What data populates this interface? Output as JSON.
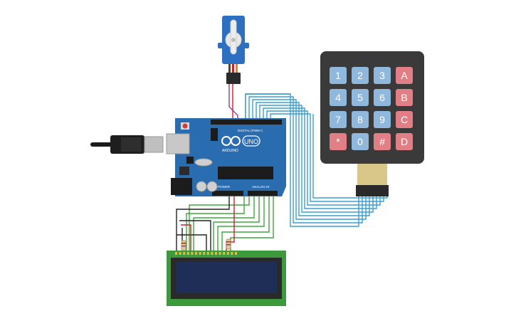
{
  "colors": {
    "board": "#2a6cb0",
    "board_dark": "#1f5690",
    "keypad_body": "#3a3a3a",
    "key_blue": "#8fb8dc",
    "key_red": "#e27f86",
    "lcd_pcb": "#3c9a3c",
    "lcd_screen": "#1e2e57",
    "servo_body": "#2d6fc0",
    "wire_blue": "#3a9fd0",
    "wire_green": "#3fa63f",
    "wire_red": "#c8202a",
    "wire_black": "#222222",
    "wire_purple": "#8a3ea0",
    "usb_gray": "#bfbfbf"
  },
  "keypad": {
    "rows": [
      [
        {
          "label": "1",
          "kind": "num"
        },
        {
          "label": "2",
          "kind": "num"
        },
        {
          "label": "3",
          "kind": "num"
        },
        {
          "label": "A",
          "kind": "letter"
        }
      ],
      [
        {
          "label": "4",
          "kind": "num"
        },
        {
          "label": "5",
          "kind": "num"
        },
        {
          "label": "6",
          "kind": "num"
        },
        {
          "label": "B",
          "kind": "letter"
        }
      ],
      [
        {
          "label": "7",
          "kind": "num"
        },
        {
          "label": "8",
          "kind": "num"
        },
        {
          "label": "9",
          "kind": "num"
        },
        {
          "label": "C",
          "kind": "letter"
        }
      ],
      [
        {
          "label": "*",
          "kind": "symbol"
        },
        {
          "label": "0",
          "kind": "num"
        },
        {
          "label": "#",
          "kind": "symbol"
        },
        {
          "label": "D",
          "kind": "letter"
        }
      ]
    ]
  },
  "board": {
    "logo_text": "UNO",
    "brand_text": "ARDUINO",
    "digital_label": "DIGITAL (PWM~)",
    "power_label": "POWER",
    "analog_label": "ANALOG IN"
  },
  "icons": {
    "infinity": "arduino-infinity-icon"
  }
}
